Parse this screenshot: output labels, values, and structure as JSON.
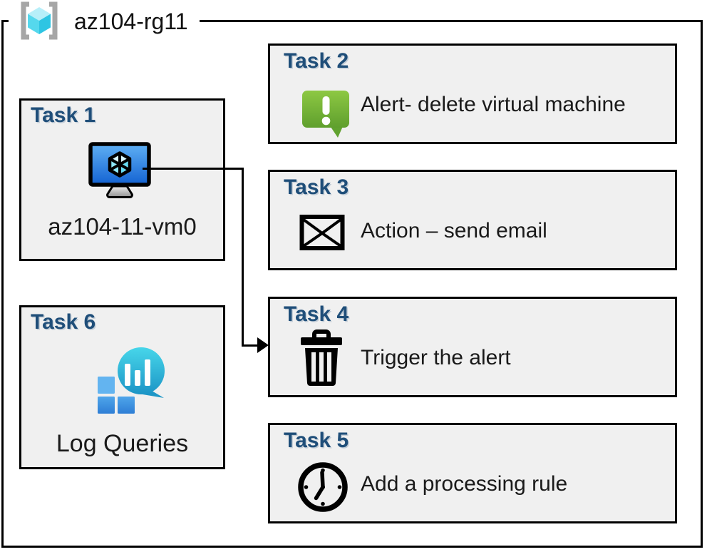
{
  "resource_group": {
    "name": "az104-rg11",
    "icon": "resource-group-icon"
  },
  "tasks": [
    {
      "title": "Task 1",
      "label": "az104-11-vm0",
      "icon": "virtual-machine-icon"
    },
    {
      "title": "Task 2",
      "label": "Alert- delete virtual machine",
      "icon": "alert-message-icon"
    },
    {
      "title": "Task 3",
      "label": "Action – send email",
      "icon": "email-envelope-icon"
    },
    {
      "title": "Task 4",
      "label": "Trigger the alert",
      "icon": "trash-can-icon"
    },
    {
      "title": "Task 5",
      "label": "Add a processing rule",
      "icon": "clock-icon"
    },
    {
      "title": "Task 6",
      "label": "Log Queries",
      "icon": "log-queries-icon"
    }
  ],
  "connector": {
    "from": "Task 1",
    "to": "Task 4"
  },
  "colors": {
    "task_heading": "#1F4E79",
    "box_fill": "#F0F0F0",
    "border": "#000000",
    "alert_green_top": "#8DC843",
    "alert_green_bottom": "#5F9F2D",
    "vm_screen_top": "#5FB0F4",
    "vm_screen_bottom": "#1362D2",
    "log_bubble_top": "#47D6EA",
    "log_bubble_bottom": "#1C95C6",
    "log_square_light": "#63B4F0",
    "log_square_dark": "#2E7ED5",
    "rg_cube_top": "#B7EFF9",
    "rg_cube_left": "#55D8ED",
    "rg_cube_right": "#2EC5E3",
    "rg_bracket": "#A6A6A6"
  }
}
